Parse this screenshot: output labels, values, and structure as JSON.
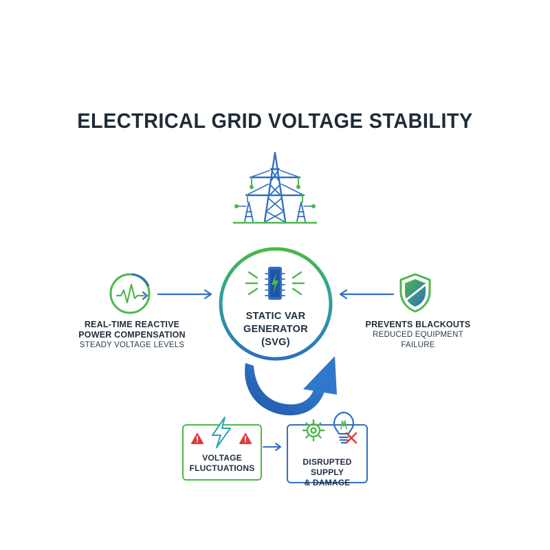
{
  "title": "ELECTRICAL GRID VOLTAGE STABILITY",
  "center": {
    "line1": "STATIC VAR",
    "line2": "GENERATOR",
    "line3": "(SVG)"
  },
  "left": {
    "title_line1": "REAL-TIME REACTIVE",
    "title_line2": "POWER COMPENSATION",
    "subtitle": "STEADY VOLTAGE LEVELS"
  },
  "right": {
    "title": "PREVENTS BLACKOUTS",
    "subtitle": "REDUCED EQUIPMENT FAILURE"
  },
  "bottom_left_box": {
    "line1": "VOLTAGE",
    "line2": "FLUCTUATIONS"
  },
  "bottom_right_box": {
    "line1": "DISRUPTED SUPPLY",
    "line2": "& DAMAGE"
  },
  "colors": {
    "blue": "#2f6fc0",
    "green": "#4cb848",
    "dark": "#1e2b38",
    "red": "#e03a3a"
  },
  "icons": [
    "transmission-tower-icon",
    "waveform-icon",
    "chip-icon",
    "shield-icon",
    "lightning-icon",
    "warning-icon",
    "gear-icon",
    "lightbulb-icon",
    "cross-icon"
  ]
}
